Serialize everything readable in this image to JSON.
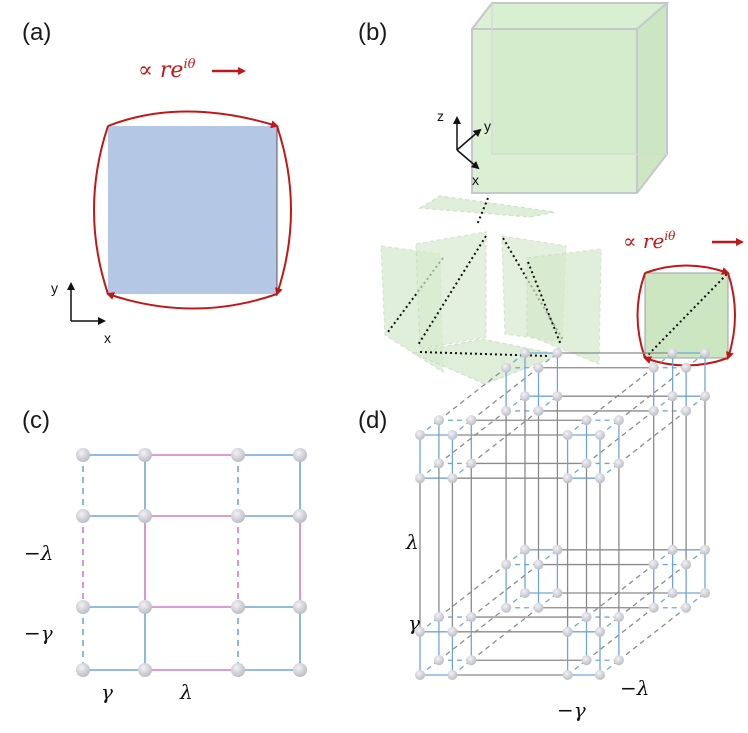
{
  "panels": {
    "a": {
      "label": "(a)",
      "formula_prefix": "∝ ",
      "formula_r": "r",
      "formula_e": "e",
      "formula_exp": "iθ",
      "axis_y": "y",
      "axis_x": "x"
    },
    "b": {
      "label": "(b)",
      "axis_z": "z",
      "axis_y": "y",
      "axis_x": "x",
      "formula_prefix": "∝ ",
      "formula_r": "r",
      "formula_e": "e",
      "formula_exp": "iθ"
    },
    "c": {
      "label": "(c)",
      "labels": {
        "neg_lambda": "−λ",
        "neg_gamma": "−γ",
        "gamma": "γ",
        "lambda": "λ"
      }
    },
    "d": {
      "label": "(d)",
      "labels": {
        "lambda": "λ",
        "gamma": "γ",
        "neg_lambda": "−λ",
        "neg_gamma": "−γ"
      }
    }
  },
  "colors": {
    "arrow_red": "#c01818",
    "square_blue": "#b4c8e6",
    "cube_green": "#d2ebc8",
    "node_gray": "#cfcfd6",
    "bond_blue": "#6fa6d6",
    "bond_pink": "#d17cc9",
    "bond_gray": "#8a8a8a"
  }
}
